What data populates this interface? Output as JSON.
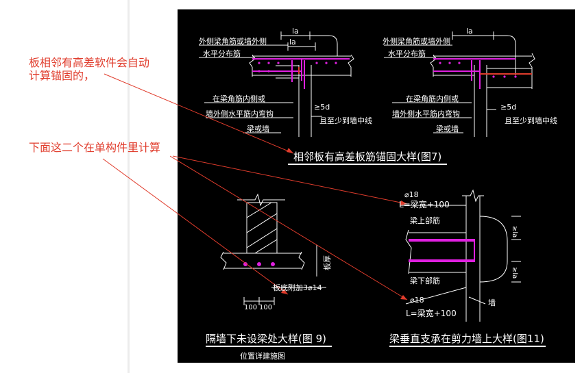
{
  "annotations": {
    "note1_line1": "板相邻有高差软件会自动",
    "note1_line2": "计算锚固的，",
    "note2": "下面这二个在单构件里计算"
  },
  "colors": {
    "annotation": "#e03c2c",
    "rebar": "#e020e0",
    "canvas": "#000000",
    "drawing": "#ffffff"
  },
  "detail7_left": {
    "outer_beam_label": "外侧梁角筋或墙外侧",
    "horizontal_bar": "水平分布筋",
    "la": "la",
    "inner_label_1": "在梁角筋内侧或",
    "inner_label_2": "墙外侧水平筋内弯钩",
    "five_d": "≥5d",
    "to_center": "且至少到墙中线",
    "beam_wall": "梁或墙"
  },
  "detail7_right": {
    "outer_beam_label": "外侧梁角筋或墙外侧",
    "horizontal_bar": "水平分布筋",
    "la": "la",
    "inner_label_1": "在梁角筋内侧或",
    "inner_label_2": "墙外侧水平筋内弯钩",
    "five_d": "≥5d",
    "to_center": "且至少到墙中线",
    "beam_wall": "梁或墙"
  },
  "detail7_title": "相邻板有高差板筋锚固大样(图7)",
  "detail9": {
    "slab_thickness": "板厚",
    "extra_bar": "板底附加3⌀14",
    "dim_left": "100",
    "dim_right": "100",
    "title": "隔墙下未设梁处大样(图 9)",
    "subtitle": "位置详建施图"
  },
  "detail11": {
    "top_bar": "⌀18",
    "top_length": "L=梁宽+100",
    "beam_top_bar": "梁上部筋",
    "beam_bottom_bar": "梁下部筋",
    "bottom_bar": "⌀18",
    "bottom_length": "L=梁宽+100",
    "wall": "墙",
    "la_top": "≥la",
    "la_bottom": "≥la",
    "title": "梁垂直支承在剪力墙上大样(图11)"
  }
}
